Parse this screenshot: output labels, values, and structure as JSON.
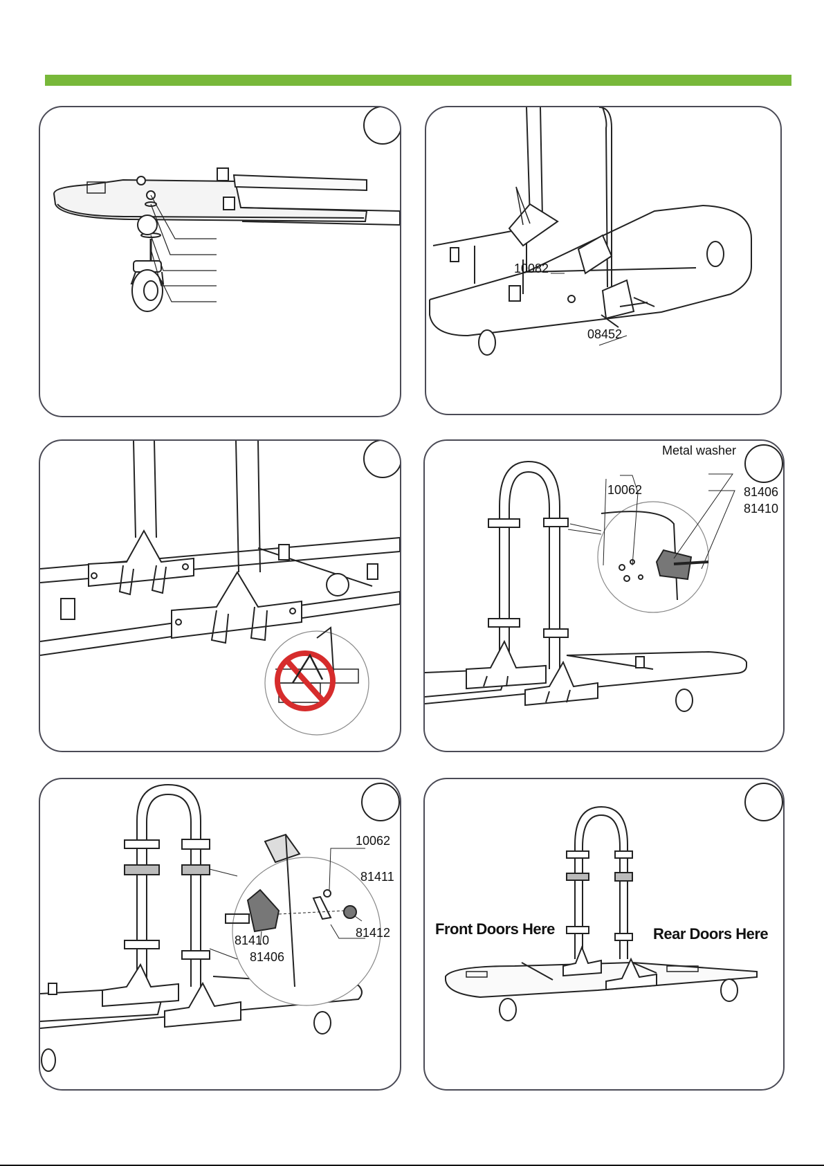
{
  "header": {
    "accent_color": "#78b83a"
  },
  "panels": [
    {
      "id": "step-1",
      "callouts": []
    },
    {
      "id": "step-2",
      "callouts": [
        {
          "text": "10082"
        },
        {
          "text": "08452"
        }
      ]
    },
    {
      "id": "step-3",
      "callouts": [],
      "warning_icon": "prohibited-icon"
    },
    {
      "id": "step-4",
      "callouts": [
        {
          "text": "Metal washer"
        },
        {
          "text": "10062"
        },
        {
          "text": "81406"
        },
        {
          "text": "81410"
        }
      ]
    },
    {
      "id": "step-5",
      "callouts": [
        {
          "text": "10062"
        },
        {
          "text": "81411"
        },
        {
          "text": "81412"
        },
        {
          "text": "81410"
        },
        {
          "text": "81406"
        }
      ]
    },
    {
      "id": "step-6",
      "callouts": [
        {
          "text": "Front Doors Here"
        },
        {
          "text": "Rear  Doors Here"
        }
      ]
    }
  ]
}
